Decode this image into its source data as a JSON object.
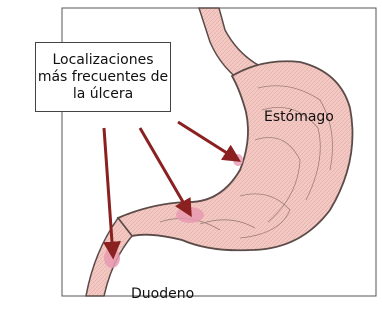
{
  "callout": {
    "line1": "Localizaciones",
    "line2": "más frecuentes de",
    "line3": "la úlcera"
  },
  "labels": {
    "stomach": "Estómago",
    "duodenum": "Duodeno"
  },
  "colors": {
    "organ_fill": "#f3c9c4",
    "organ_stroke": "#5a4a48",
    "ulcer": "#e79ab1",
    "arrow": "#8a2020",
    "frame": "#555555"
  }
}
